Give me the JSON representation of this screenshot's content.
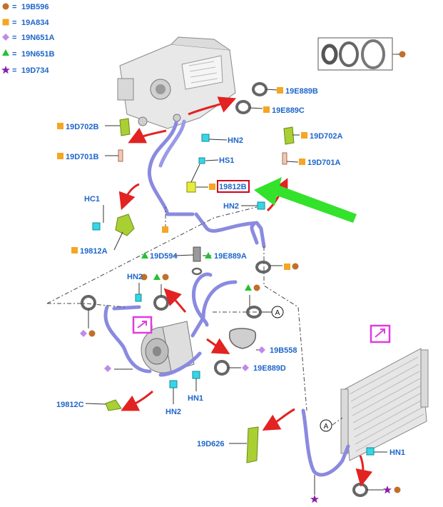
{
  "colors": {
    "label_blue": "#1f66c9",
    "circle_brown": "#c0702a",
    "square_orange": "#f5a623",
    "diamond_purple": "#c08ae8",
    "triangle_green": "#22c232",
    "star_purple": "#8a1fa8",
    "pipe_purple": "#8a8ae0",
    "bracket_green": "#a9cf32",
    "arrow_red": "#e32222",
    "big_arrow_green": "#33e22b",
    "highlight_red": "#d0021b",
    "callout_magenta": "#e03be0"
  },
  "legend": [
    {
      "symbol": "circle-icon",
      "eq": "=",
      "code": "19B596"
    },
    {
      "symbol": "square-icon",
      "eq": "=",
      "code": "19A834"
    },
    {
      "symbol": "diamond-icon",
      "eq": "=",
      "code": "19N651A"
    },
    {
      "symbol": "triangle-icon",
      "eq": "=",
      "code": "19N651B"
    },
    {
      "symbol": "star-icon",
      "eq": "=",
      "code": "19D734"
    }
  ],
  "labels": {
    "p_19E889B": "19E889B",
    "p_19E889C": "19E889C",
    "p_19D702B": "19D702B",
    "p_19D701B": "19D701B",
    "p_HN2_top": "HN2",
    "p_HS1": "HS1",
    "p_19D702A": "19D702A",
    "p_19D701A": "19D701A",
    "p_19812B": "19812B",
    "p_HN2_mid": "HN2",
    "p_HC1": "HC1",
    "p_19812A": "19812A",
    "p_19D594": "19D594",
    "p_19E889A": "19E889A",
    "p_HN2_left": "HN2",
    "p_19B558": "19B558",
    "p_19E889D": "19E889D",
    "p_HN1_left": "HN1",
    "p_HN2_bottom": "HN2",
    "p_19812C": "19812C",
    "p_19D626": "19D626",
    "p_HN1_right": "HN1",
    "ref_A1": "A",
    "ref_A2": "A"
  }
}
